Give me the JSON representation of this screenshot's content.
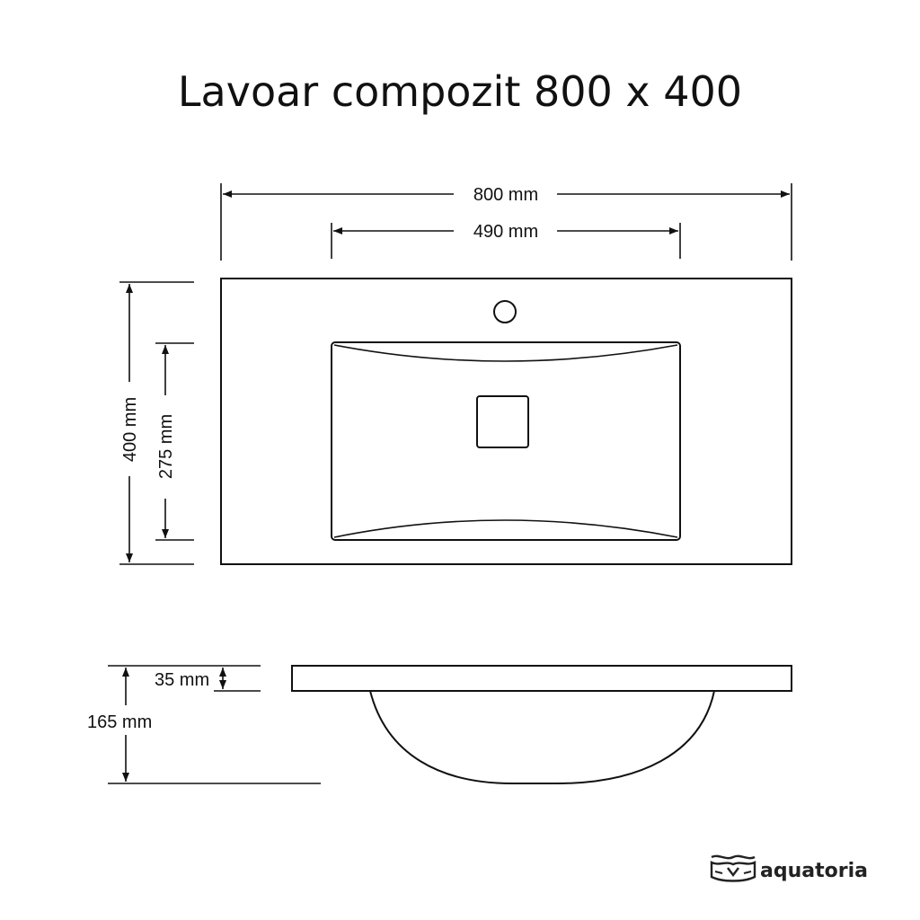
{
  "title": "Lavoar compozit 800 x 400",
  "dimensions": {
    "width_total": "800 mm",
    "width_bowl": "490 mm",
    "depth_total": "400 mm",
    "depth_bowl": "275 mm",
    "thickness": "35 mm",
    "height_total": "165 mm"
  },
  "brand": {
    "name": "aquatoria",
    "icon": "logo-icon"
  },
  "colors": {
    "line": "#111111",
    "background": "#ffffff"
  }
}
